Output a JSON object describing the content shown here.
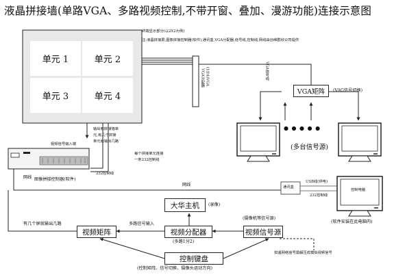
{
  "title": "液晶拼接墙(单路VGA、多路视频控制,不带开窗、叠加、漫游功能)连接示意图",
  "wall": {
    "cells": [
      "单元 1",
      "单元 2",
      "单元 3",
      "单元 4"
    ],
    "note_line1": "终端显示部分(以2X2为例)",
    "note_line2": "注:液晶拼接屏,图像拼接控制器(软件),通讯盒,VGA分配器,信号线,控制线,网线由创维群欣公司提供"
  },
  "vga_splitter": {
    "label": "VGA分配器",
    "sublabel": "(1分4)VGA"
  },
  "vga_signal_line": "VGA信号线",
  "vga_matrix": {
    "label": "VGA矩阵",
    "note": "(VAG信号切换)"
  },
  "multi_source": {
    "dots": "● ● ● ● ●",
    "label": "(多台信号源)"
  },
  "output_note": [
    "输出到拼接墙单",
    "元,有几个拼接",
    "单元就输出几路"
  ],
  "video_input_note": "视频信号输入端",
  "control_line_note": [
    "每个拼接单元连接",
    "一条232控制线"
  ],
  "control_line_label": "232控制线",
  "controller_label": "图像拼接控制器(软件)",
  "network_labels": [
    "网线",
    "网线"
  ],
  "comm_box": "通讯盒",
  "usb_label": "USB线(供电)",
  "serial_label": "232控制线",
  "control_pc": {
    "screen": "控制电脑",
    "note": "(软件安装在此电脑内)"
  },
  "dvr": {
    "label": "大华主机",
    "note": "(录像)"
  },
  "video_matrix": "视频矩阵",
  "video_splitter": {
    "label": "视频分配器",
    "note": "(多路1分2)"
  },
  "video_source": {
    "label": "视频信号源",
    "note": "(摄像机等信号源)"
  },
  "keyboard": {
    "label": "控制键盘",
    "note": "(控制矩阵、信号切换、摄像头运动方向)"
  },
  "multi_input": "多路信号输入",
  "matrix_output_note": "有几个屏就输出几路",
  "ip_note": "如遇网络信号需解压成模拟视频信号"
}
